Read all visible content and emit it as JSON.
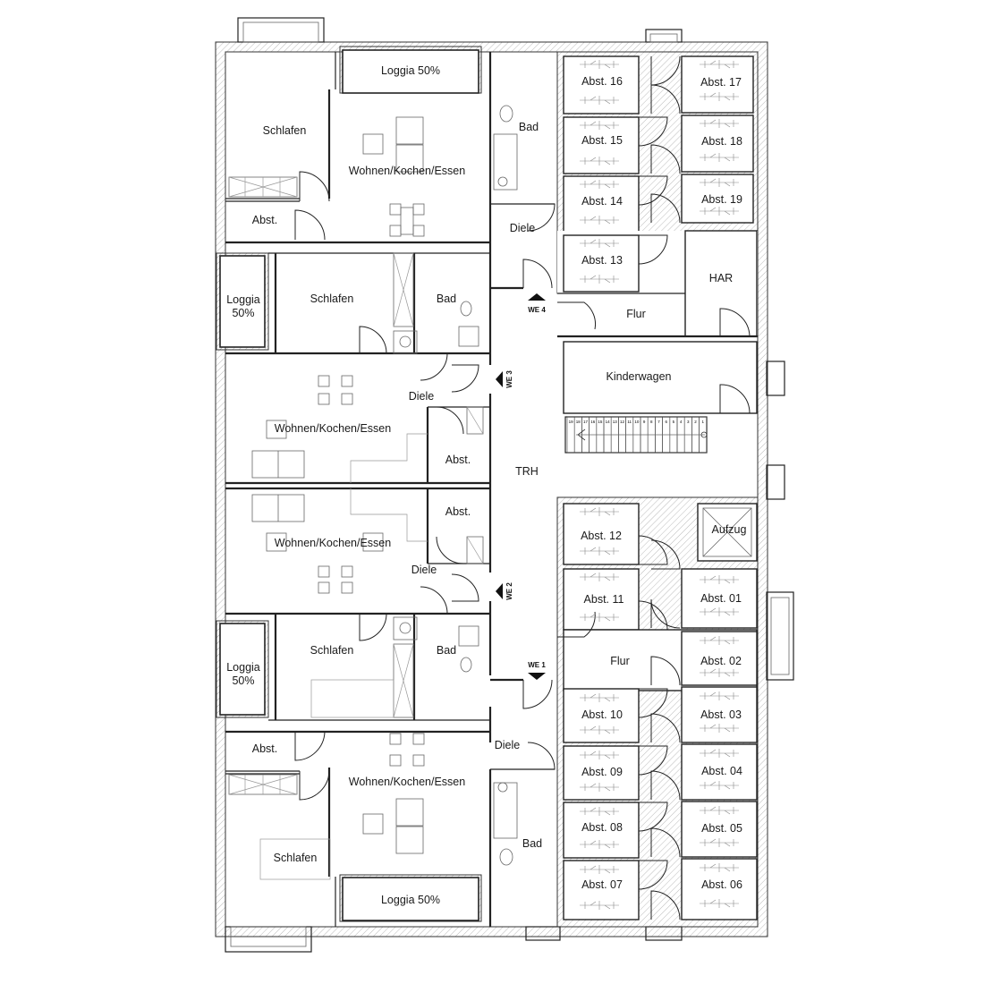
{
  "rooms": {
    "loggia_top": "Loggia 50%",
    "loggia_bottom": "Loggia 50%",
    "loggia_left_top": "Loggia",
    "loggia_left_top_pct": "50%",
    "loggia_left_bottom": "Loggia",
    "loggia_left_bottom_pct": "50%",
    "schlafen_1": "Schlafen",
    "schlafen_2": "Schlafen",
    "schlafen_3": "Schlafen",
    "schlafen_4": "Schlafen",
    "wke_1": "Wohnen/Kochen/Essen",
    "wke_2": "Wohnen/Kochen/Essen",
    "wke_3": "Wohnen/Kochen/Essen",
    "wke_4": "Wohnen/Kochen/Essen",
    "bad_1": "Bad",
    "bad_2": "Bad",
    "bad_3": "Bad",
    "bad_4": "Bad",
    "diele_1": "Diele",
    "diele_2": "Diele",
    "diele_3": "Diele",
    "diele_4": "Diele",
    "abst_1": "Abst.",
    "abst_2": "Abst.",
    "abst_3": "Abst.",
    "abst_4": "Abst.",
    "trh": "TRH",
    "flur_top": "Flur",
    "flur_bottom": "Flur",
    "har": "HAR",
    "kinderwagen": "Kinderwagen",
    "aufzug": "Aufzug"
  },
  "entrances": {
    "we1": "WE 1",
    "we2": "WE 2",
    "we3": "WE 3",
    "we4": "WE 4"
  },
  "storage": {
    "a16": "Abst. 16",
    "a15": "Abst. 15",
    "a14": "Abst. 14",
    "a13": "Abst. 13",
    "a17": "Abst. 17",
    "a18": "Abst. 18",
    "a19": "Abst. 19",
    "a12": "Abst. 12",
    "a11": "Abst. 11",
    "a10": "Abst. 10",
    "a09": "Abst. 09",
    "a08": "Abst. 08",
    "a07": "Abst. 07",
    "a01": "Abst. 01",
    "a02": "Abst. 02",
    "a03": "Abst. 03",
    "a04": "Abst. 04",
    "a05": "Abst. 05",
    "a06": "Abst. 06"
  },
  "stairs": {
    "steps": [
      "19",
      "18",
      "17",
      "16",
      "15",
      "14",
      "13",
      "12",
      "11",
      "10",
      "9",
      "8",
      "7",
      "6",
      "5",
      "4",
      "3",
      "2",
      "1"
    ]
  }
}
